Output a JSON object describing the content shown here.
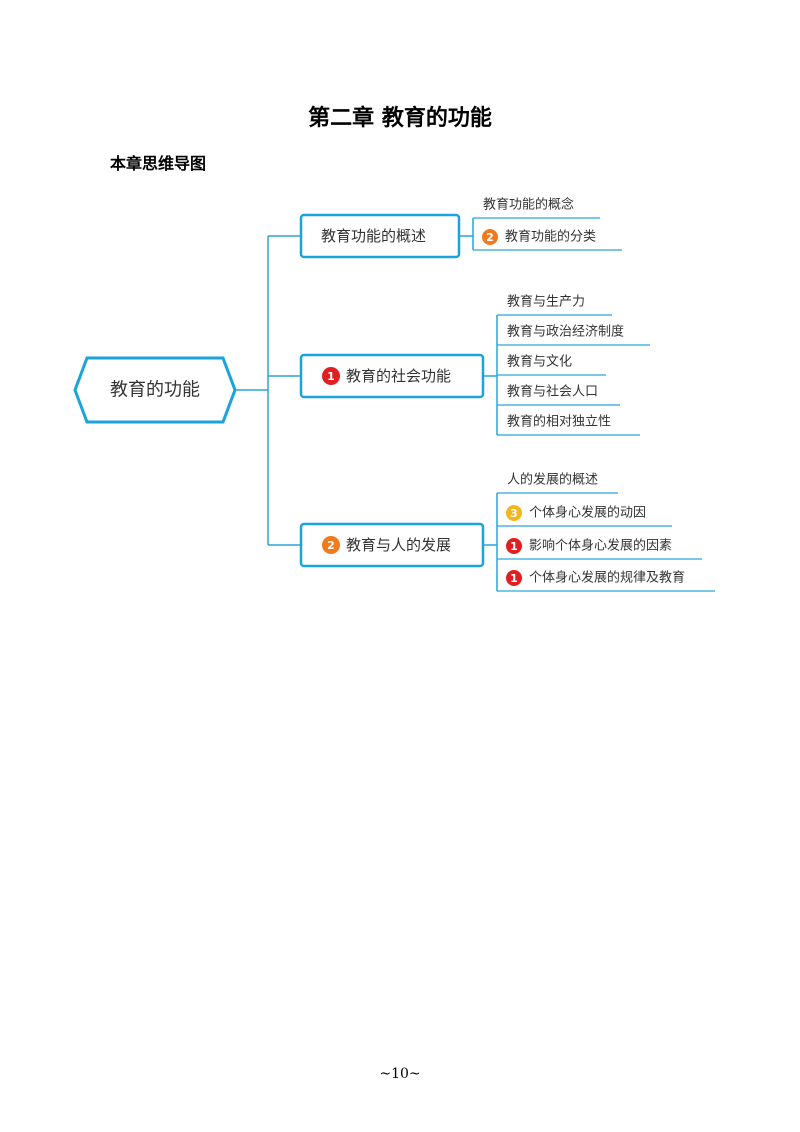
{
  "document": {
    "chapter_title": "第二章  教育的功能",
    "section_heading": "本章思维导图",
    "page_number": "~10~"
  },
  "mindmap": {
    "root": {
      "label": "教育的功能"
    },
    "branches": [
      {
        "label": "教育功能的概述",
        "badge": null,
        "children": [
          {
            "label": "教育功能的概念",
            "badge": null
          },
          {
            "label": "教育功能的分类",
            "badge": "2"
          }
        ]
      },
      {
        "label": "教育的社会功能",
        "badge": "1",
        "children": [
          {
            "label": "教育与生产力",
            "badge": null
          },
          {
            "label": "教育与政治经济制度",
            "badge": null
          },
          {
            "label": "教育与文化",
            "badge": null
          },
          {
            "label": "教育与社会人口",
            "badge": null
          },
          {
            "label": "教育的相对独立性",
            "badge": null
          }
        ]
      },
      {
        "label": "教育与人的发展",
        "badge": "2",
        "children": [
          {
            "label": "人的发展的概述",
            "badge": null
          },
          {
            "label": "个体身心发展的动因",
            "badge": "3"
          },
          {
            "label": "影响个体身心发展的因素",
            "badge": "1"
          },
          {
            "label": "个体身心发展的规律及教育",
            "badge": "1"
          }
        ]
      }
    ]
  },
  "colors": {
    "connector": "#29a6d9",
    "node_border": "#1aa3dd",
    "badge_1": "#e02020",
    "badge_2": "#f07a1c",
    "badge_3": "#f2b71e"
  }
}
